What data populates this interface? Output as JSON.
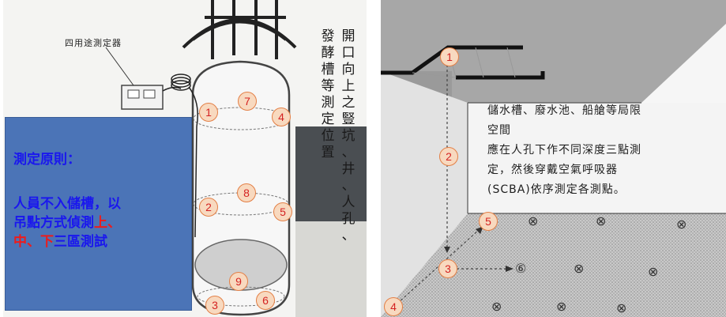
{
  "left": {
    "device_label": "四用途測定器",
    "vertical_caption": [
      [
        "發",
        "酵",
        "槽",
        "等",
        "測",
        "定",
        "位",
        "置"
      ],
      [
        "開",
        "口",
        "向",
        "上",
        "之",
        "豎",
        "坑",
        "、",
        "井",
        "、",
        "人",
        "孔",
        "、"
      ]
    ],
    "principle": {
      "title": "測定原則：",
      "line1": "人員不入儲槽，以",
      "line2_a": "吊點方式偵測",
      "line2_b": "上",
      "line2_c": "、",
      "line3_a": "中",
      "line3_b": "、",
      "line3_c": "下",
      "line3_d": "三區測試"
    },
    "badges": {
      "b1": "1",
      "b7": "7",
      "b4": "4",
      "b2": "2",
      "b8": "8",
      "b5": "5",
      "b9": "9",
      "b3": "3",
      "b6": "6"
    }
  },
  "right": {
    "description": [
      "儲水槽、廢水池、船艙等局限",
      "空間",
      "應在人孔下作不同深度三點測",
      "定，然後穿戴空氣呼吸器",
      "(SCBA)依序測定各測點。"
    ],
    "badges": {
      "r1": "1",
      "r2": "2",
      "r3": "3",
      "r4": "4",
      "r5": "5"
    },
    "point_6": "⑥",
    "marker_symbol": "⊗"
  }
}
